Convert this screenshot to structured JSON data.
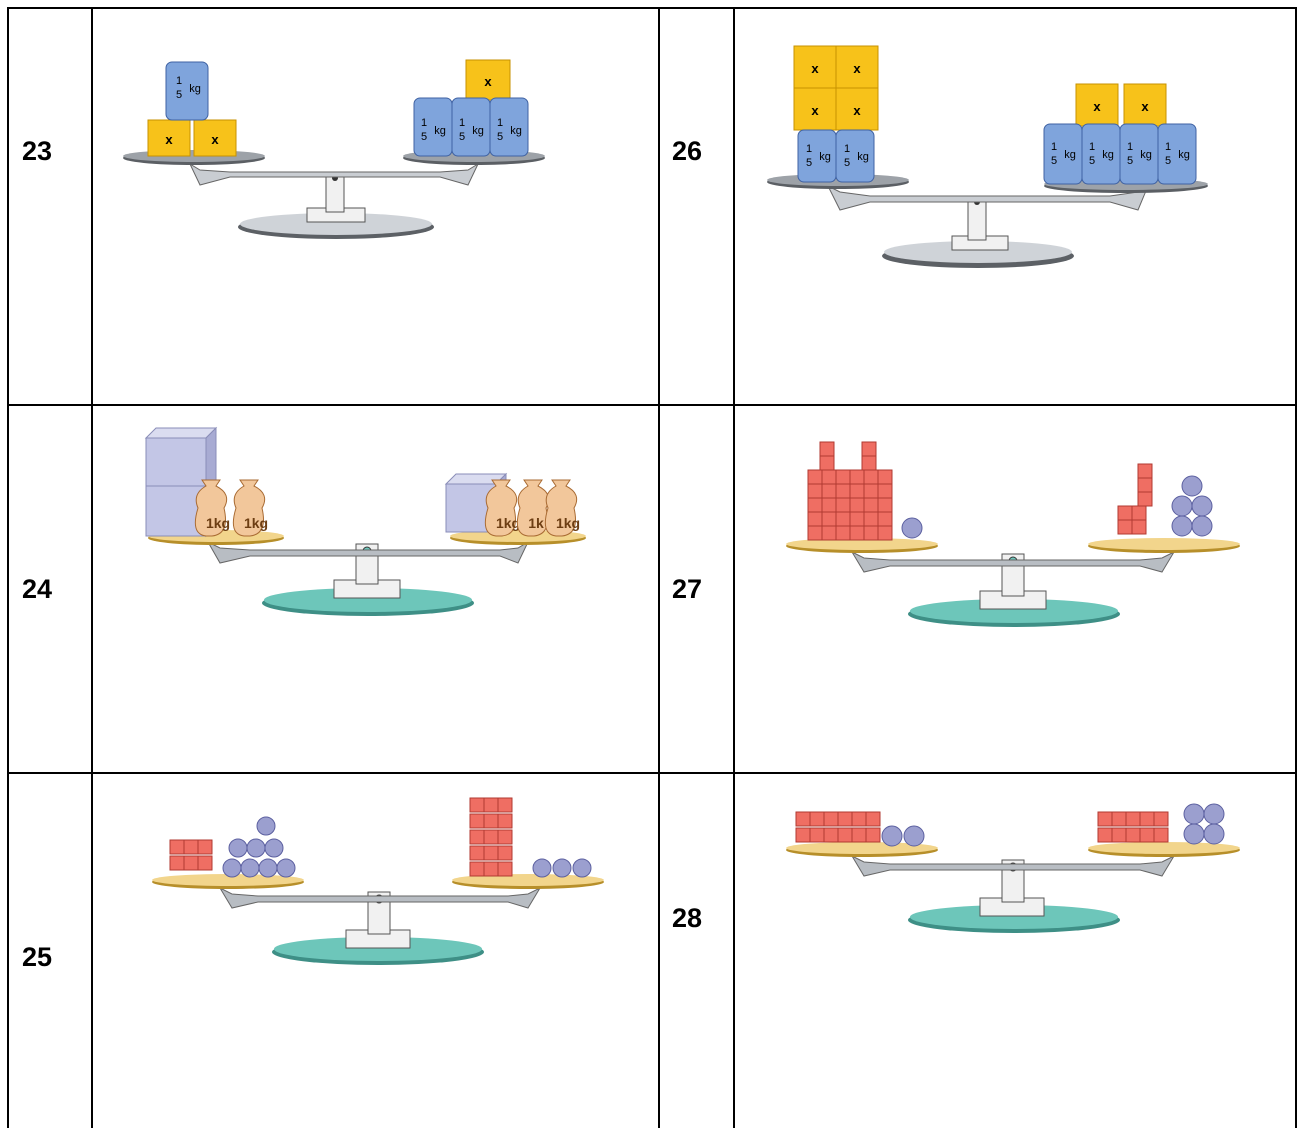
{
  "problems": [
    {
      "number": "23",
      "left_labels": [
        "1/5 kg",
        "x",
        "x"
      ],
      "right_labels": [
        "x",
        "1/5 kg",
        "1/5 kg",
        "1/5 kg"
      ]
    },
    {
      "number": "24",
      "left_labels": [
        "1kg",
        "1kg"
      ],
      "right_labels": [
        "1kg",
        "1k",
        "1kg"
      ]
    },
    {
      "number": "25",
      "left_labels": [],
      "right_labels": []
    },
    {
      "number": "26",
      "left_labels": [
        "x",
        "x",
        "x",
        "x",
        "1/5 kg",
        "1/5 kg"
      ],
      "right_labels": [
        "x",
        "x",
        "1/5 kg",
        "1/5 kg",
        "1/5 kg",
        "1/5 kg"
      ]
    },
    {
      "number": "27",
      "left_labels": [],
      "right_labels": []
    },
    {
      "number": "28",
      "left_labels": [],
      "right_labels": []
    }
  ],
  "labels": {
    "x": "x",
    "kg": "kg",
    "frac_num": "1",
    "frac_den": "5",
    "bag": "1kg",
    "bag_cut": "1k"
  },
  "colors": {
    "border": "#000000",
    "x_block": "#f7c21a",
    "weight_can": "#7fa4dc",
    "gray_pan": "#6f7378",
    "teal_base": "#6dc6ba",
    "tan_pan": "#f2d58c",
    "red_cube": "#ef6e63",
    "ball": "#9b9fcf",
    "lilac_cube": "#c3c6e6",
    "sack": "#f2c79b"
  }
}
